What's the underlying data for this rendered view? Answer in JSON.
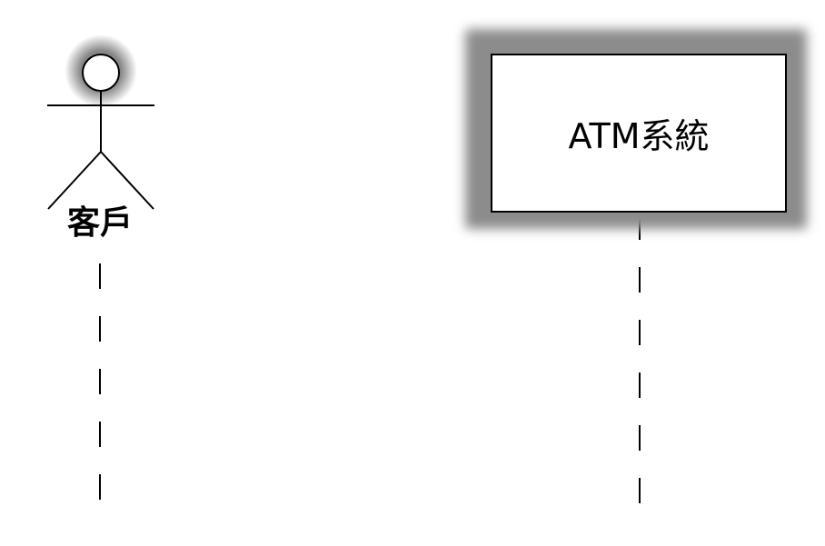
{
  "diagram": {
    "type": "sequence-diagram",
    "actor": {
      "name": "客戶",
      "icon": "stick-figure-actor-icon"
    },
    "object": {
      "name": "ATM系統"
    },
    "colors": {
      "stroke": "#000000",
      "background": "#ffffff",
      "shadow": "#8c8c8c"
    }
  }
}
